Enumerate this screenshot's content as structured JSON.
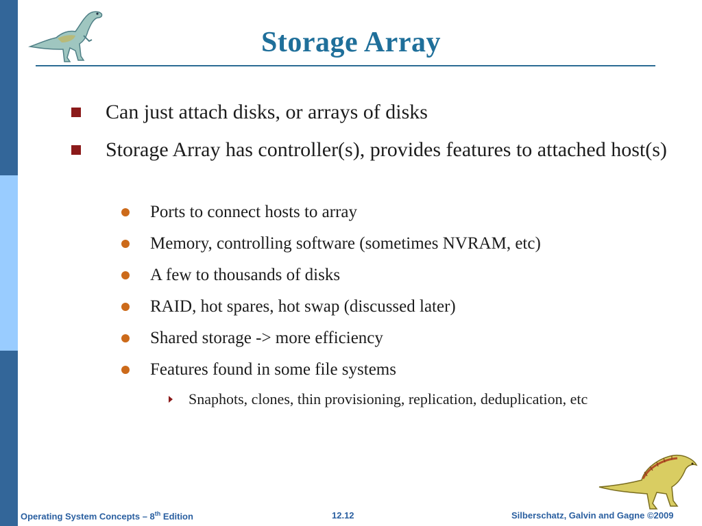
{
  "slide": {
    "title": "Storage Array",
    "bullets": [
      {
        "level": 1,
        "text": "Can just attach disks, or arrays of disks"
      },
      {
        "level": 1,
        "text": "Storage Array has controller(s), provides features to attached host(s)"
      },
      {
        "level": 2,
        "text": "Ports to connect hosts to array"
      },
      {
        "level": 2,
        "text": "Memory, controlling software (sometimes NVRAM, etc)"
      },
      {
        "level": 2,
        "text": "A few to thousands of disks"
      },
      {
        "level": 2,
        "text": "RAID, hot spares, hot swap (discussed later)"
      },
      {
        "level": 2,
        "text": "Shared storage -> more efficiency"
      },
      {
        "level": 2,
        "text": "Features found in some file systems"
      },
      {
        "level": 3,
        "text": "Snaphots, clones, thin provisioning, replication, deduplication, etc"
      }
    ]
  },
  "footer": {
    "left_prefix": "Operating System Concepts – 8",
    "left_sup": "th",
    "left_suffix": " Edition",
    "page": "12.12",
    "right": "Silberschatz, Galvin and Gagne ©2009"
  },
  "theme": {
    "sidebar_dark": "#336699",
    "sidebar_light": "#99ccff",
    "title_color": "#1f6f9a",
    "level1_bullet": "#8b1a1a",
    "level2_bullet": "#cc6a1a",
    "footer_color": "#2a5fa0"
  },
  "icons": {
    "top_left": "dinosaur-standing-icon",
    "bottom_right": "dinosaur-sail-back-icon"
  }
}
